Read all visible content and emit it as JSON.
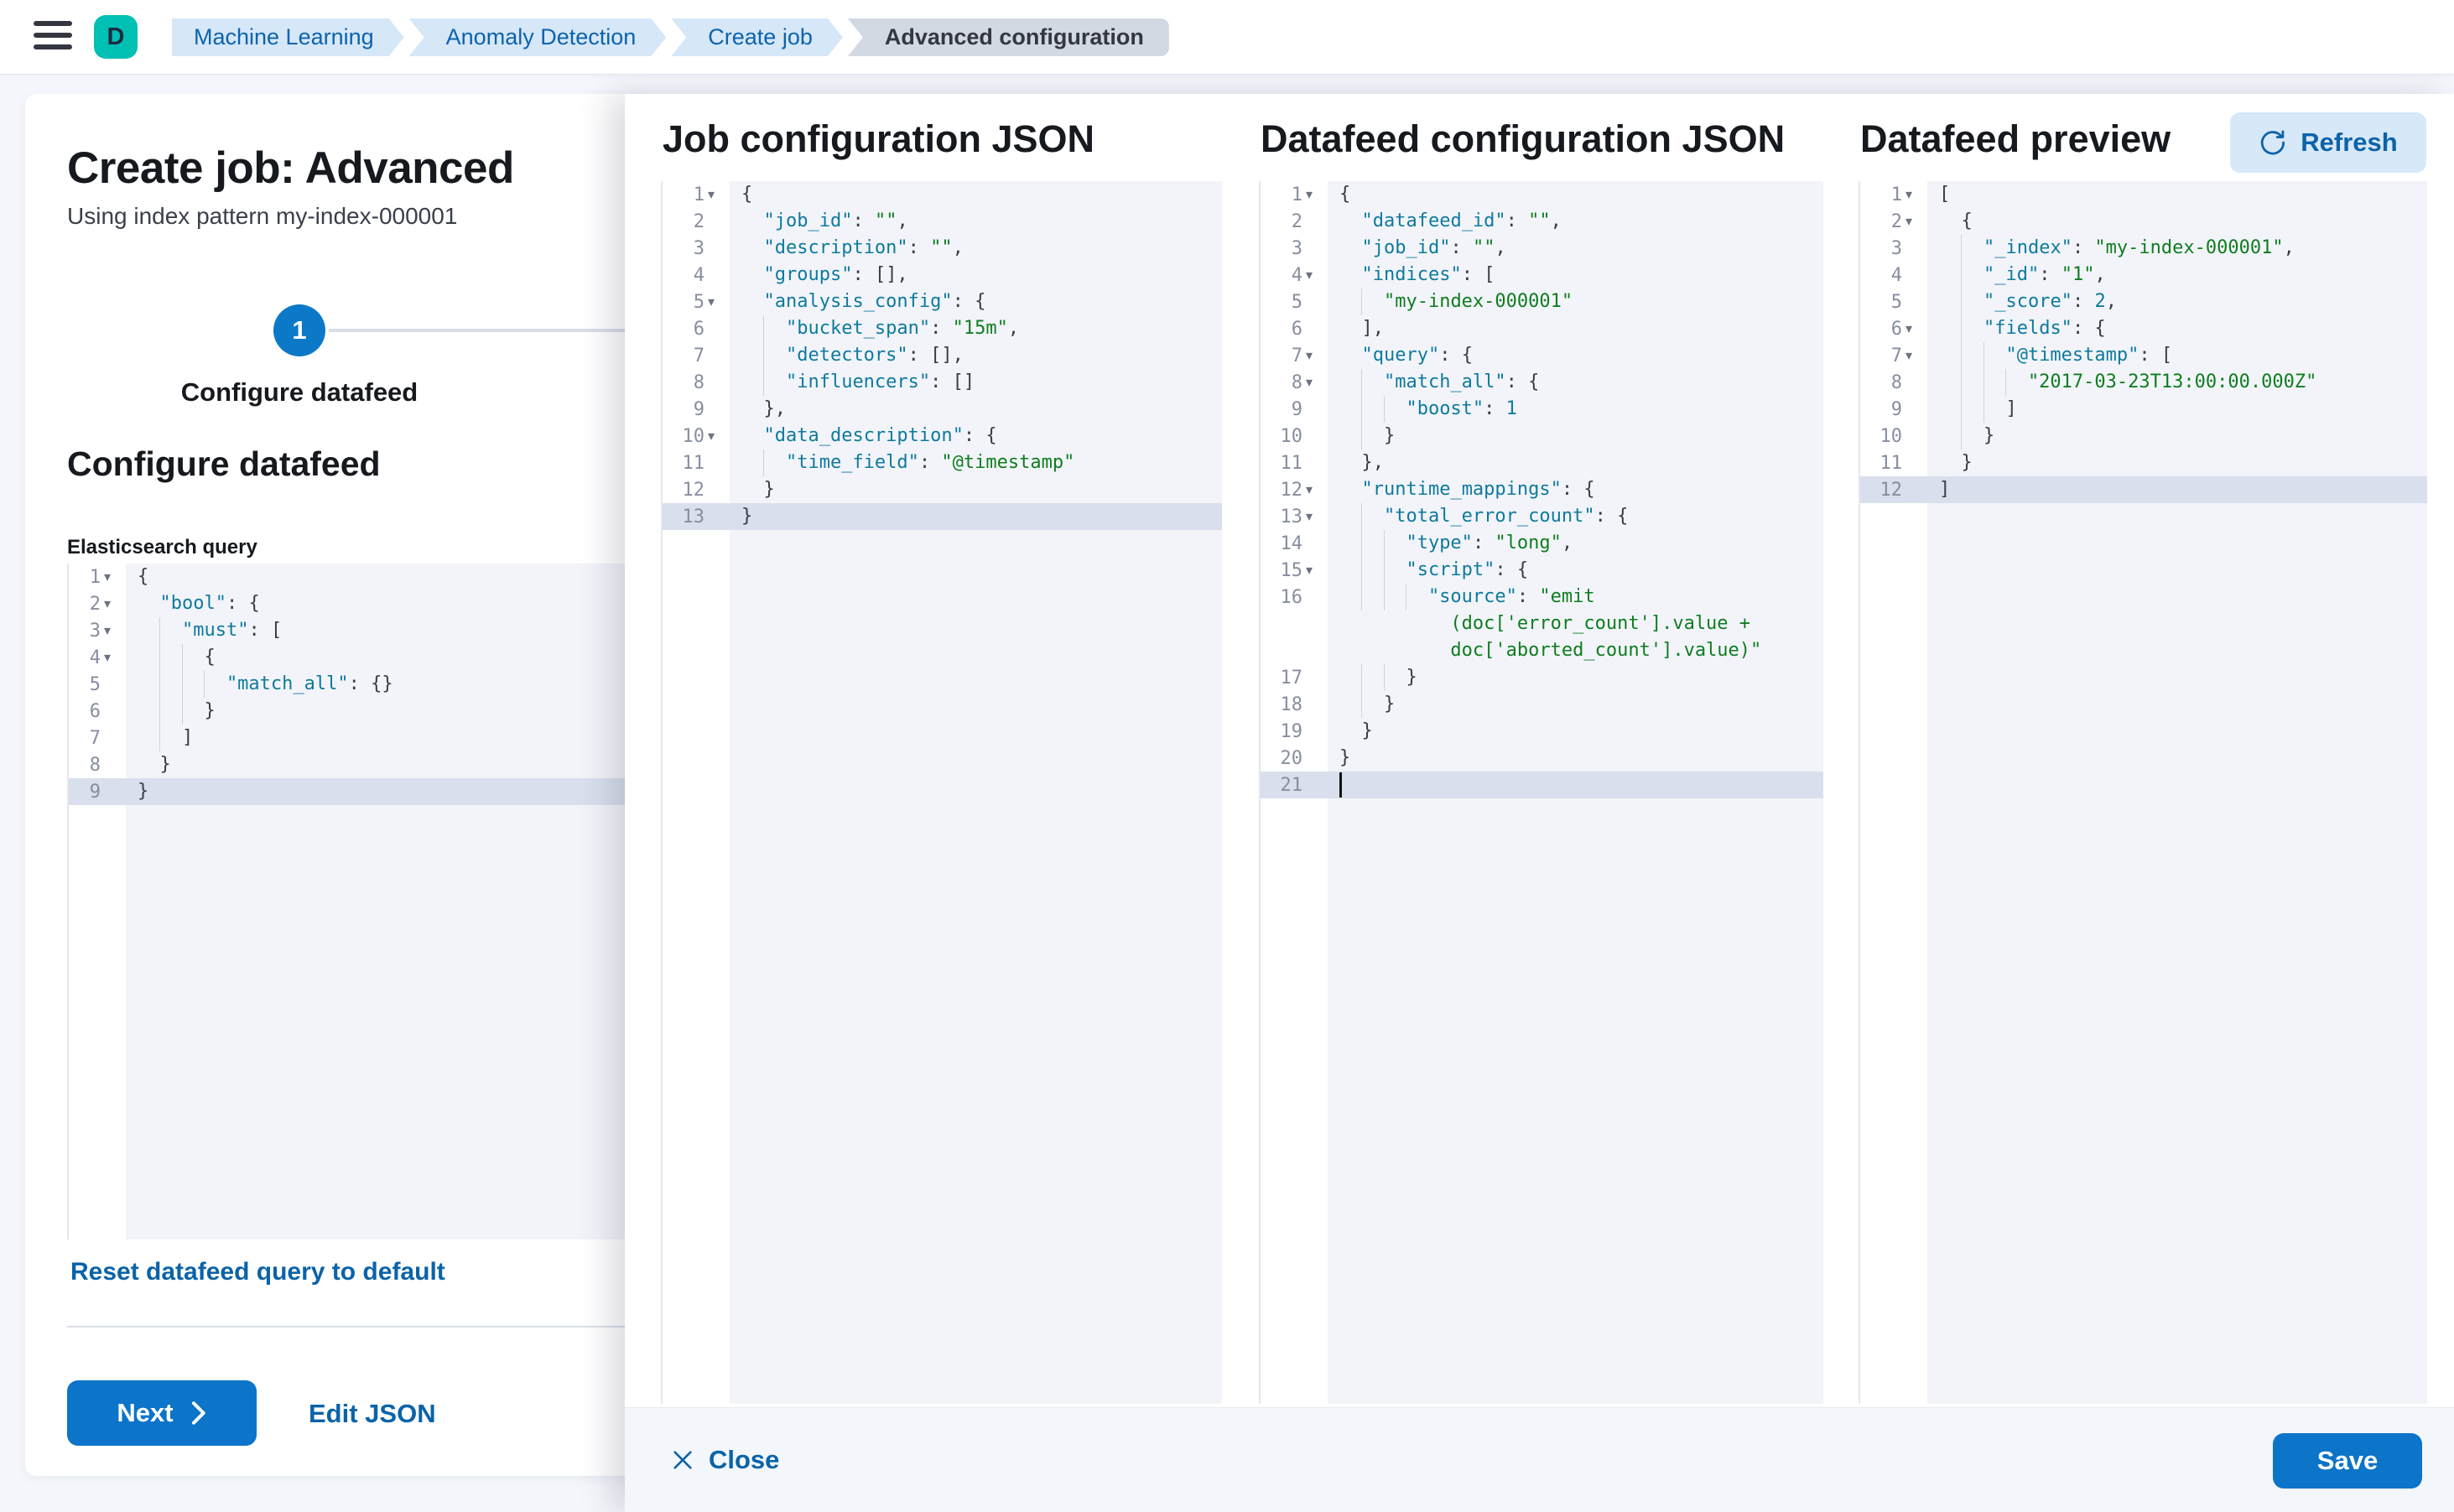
{
  "header": {
    "avatar_label": "D",
    "breadcrumbs": [
      {
        "label": "Machine Learning",
        "current": false
      },
      {
        "label": "Anomaly Detection",
        "current": false
      },
      {
        "label": "Create job",
        "current": false
      },
      {
        "label": "Advanced configuration",
        "current": true
      }
    ]
  },
  "wizard": {
    "title": "Create job: Advanced",
    "subtitle": "Using index pattern my-index-000001",
    "step_number": "1",
    "step_label": "Configure datafeed",
    "section_title": "Configure datafeed",
    "query_label": "Elasticsearch query",
    "reset_link": "Reset datafeed query to default",
    "next_label": "Next",
    "edit_json_label": "Edit JSON"
  },
  "flyout": {
    "job_config_title": "Job configuration JSON",
    "datafeed_config_title": "Datafeed configuration JSON",
    "preview_title": "Datafeed preview",
    "refresh_label": "Refresh",
    "close_label": "Close",
    "save_label": "Save"
  },
  "colors": {
    "primary_button": "#0c74c9",
    "link_blue": "#0b63a8",
    "avatar_teal": "#00bfb3",
    "breadcrumb_bg": "#d6e7f8",
    "breadcrumb_current_bg": "#d3d9e3",
    "editor_key": "#0e7a9e",
    "editor_string": "#0f7d20",
    "editor_number": "#0e7a9e",
    "editor_active_line": "#d9dfec"
  },
  "editors": {
    "es_query": {
      "lines": [
        {
          "n": "1",
          "fold": true,
          "ind": 0,
          "seg": [
            [
              "{",
              "p"
            ]
          ]
        },
        {
          "n": "2",
          "fold": true,
          "ind": 1,
          "seg": [
            [
              "\"bool\"",
              "k"
            ],
            [
              ": {",
              "p"
            ]
          ]
        },
        {
          "n": "3",
          "fold": true,
          "ind": 2,
          "seg": [
            [
              "\"must\"",
              "k"
            ],
            [
              ": [",
              "p"
            ]
          ]
        },
        {
          "n": "4",
          "fold": true,
          "ind": 3,
          "seg": [
            [
              "{",
              "p"
            ]
          ]
        },
        {
          "n": "5",
          "ind": 4,
          "seg": [
            [
              "\"match_all\"",
              "k"
            ],
            [
              ": {}",
              "p"
            ]
          ]
        },
        {
          "n": "6",
          "ind": 3,
          "seg": [
            [
              "}",
              "p"
            ]
          ]
        },
        {
          "n": "7",
          "ind": 2,
          "seg": [
            [
              "]",
              "p"
            ]
          ]
        },
        {
          "n": "8",
          "ind": 1,
          "seg": [
            [
              "}",
              "p"
            ]
          ]
        },
        {
          "n": "9",
          "ind": 0,
          "active": true,
          "seg": [
            [
              "}",
              "p"
            ]
          ]
        }
      ]
    },
    "job_config": {
      "lines": [
        {
          "n": "1",
          "fold": true,
          "ind": 0,
          "seg": [
            [
              "{",
              "p"
            ]
          ]
        },
        {
          "n": "2",
          "ind": 1,
          "seg": [
            [
              "\"job_id\"",
              "k"
            ],
            [
              ": ",
              "p"
            ],
            [
              "\"\"",
              "s"
            ],
            [
              ",",
              "p"
            ]
          ]
        },
        {
          "n": "3",
          "ind": 1,
          "seg": [
            [
              "\"description\"",
              "k"
            ],
            [
              ": ",
              "p"
            ],
            [
              "\"\"",
              "s"
            ],
            [
              ",",
              "p"
            ]
          ]
        },
        {
          "n": "4",
          "ind": 1,
          "seg": [
            [
              "\"groups\"",
              "k"
            ],
            [
              ": [],",
              "p"
            ]
          ]
        },
        {
          "n": "5",
          "fold": true,
          "ind": 1,
          "seg": [
            [
              "\"analysis_config\"",
              "k"
            ],
            [
              ": {",
              "p"
            ]
          ]
        },
        {
          "n": "6",
          "ind": 2,
          "seg": [
            [
              "\"bucket_span\"",
              "k"
            ],
            [
              ": ",
              "p"
            ],
            [
              "\"15m\"",
              "s"
            ],
            [
              ",",
              "p"
            ]
          ]
        },
        {
          "n": "7",
          "ind": 2,
          "seg": [
            [
              "\"detectors\"",
              "k"
            ],
            [
              ": [],",
              "p"
            ]
          ]
        },
        {
          "n": "8",
          "ind": 2,
          "seg": [
            [
              "\"influencers\"",
              "k"
            ],
            [
              ": []",
              "p"
            ]
          ]
        },
        {
          "n": "9",
          "ind": 1,
          "seg": [
            [
              "},",
              "p"
            ]
          ]
        },
        {
          "n": "10",
          "fold": true,
          "ind": 1,
          "seg": [
            [
              "\"data_description\"",
              "k"
            ],
            [
              ": {",
              "p"
            ]
          ]
        },
        {
          "n": "11",
          "ind": 2,
          "seg": [
            [
              "\"time_field\"",
              "k"
            ],
            [
              ": ",
              "p"
            ],
            [
              "\"@timestamp\"",
              "s"
            ]
          ]
        },
        {
          "n": "12",
          "ind": 1,
          "seg": [
            [
              "}",
              "p"
            ]
          ]
        },
        {
          "n": "13",
          "ind": 0,
          "active": true,
          "seg": [
            [
              "}",
              "p"
            ]
          ]
        }
      ]
    },
    "datafeed_config": {
      "lines": [
        {
          "n": "1",
          "fold": true,
          "ind": 0,
          "seg": [
            [
              "{",
              "p"
            ]
          ]
        },
        {
          "n": "2",
          "ind": 1,
          "seg": [
            [
              "\"datafeed_id\"",
              "k"
            ],
            [
              ": ",
              "p"
            ],
            [
              "\"\"",
              "s"
            ],
            [
              ",",
              "p"
            ]
          ]
        },
        {
          "n": "3",
          "ind": 1,
          "seg": [
            [
              "\"job_id\"",
              "k"
            ],
            [
              ": ",
              "p"
            ],
            [
              "\"\"",
              "s"
            ],
            [
              ",",
              "p"
            ]
          ]
        },
        {
          "n": "4",
          "fold": true,
          "ind": 1,
          "seg": [
            [
              "\"indices\"",
              "k"
            ],
            [
              ": [",
              "p"
            ]
          ]
        },
        {
          "n": "5",
          "ind": 2,
          "seg": [
            [
              "\"my-index-000001\"",
              "s"
            ]
          ]
        },
        {
          "n": "6",
          "ind": 1,
          "seg": [
            [
              "],",
              "p"
            ]
          ]
        },
        {
          "n": "7",
          "fold": true,
          "ind": 1,
          "seg": [
            [
              "\"query\"",
              "k"
            ],
            [
              ": {",
              "p"
            ]
          ]
        },
        {
          "n": "8",
          "fold": true,
          "ind": 2,
          "seg": [
            [
              "\"match_all\"",
              "k"
            ],
            [
              ": {",
              "p"
            ]
          ]
        },
        {
          "n": "9",
          "ind": 3,
          "seg": [
            [
              "\"boost\"",
              "k"
            ],
            [
              ": ",
              "p"
            ],
            [
              "1",
              "n"
            ]
          ]
        },
        {
          "n": "10",
          "ind": 2,
          "seg": [
            [
              "}",
              "p"
            ]
          ]
        },
        {
          "n": "11",
          "ind": 1,
          "seg": [
            [
              "},",
              "p"
            ]
          ]
        },
        {
          "n": "12",
          "fold": true,
          "ind": 1,
          "seg": [
            [
              "\"runtime_mappings\"",
              "k"
            ],
            [
              ": {",
              "p"
            ]
          ]
        },
        {
          "n": "13",
          "fold": true,
          "ind": 2,
          "seg": [
            [
              "\"total_error_count\"",
              "k"
            ],
            [
              ": {",
              "p"
            ]
          ]
        },
        {
          "n": "14",
          "ind": 3,
          "seg": [
            [
              "\"type\"",
              "k"
            ],
            [
              ": ",
              "p"
            ],
            [
              "\"long\"",
              "s"
            ],
            [
              ",",
              "p"
            ]
          ]
        },
        {
          "n": "15",
          "fold": true,
          "ind": 3,
          "seg": [
            [
              "\"script\"",
              "k"
            ],
            [
              ": {",
              "p"
            ]
          ]
        },
        {
          "n": "16",
          "ind": 4,
          "seg": [
            [
              "\"source\"",
              "k"
            ],
            [
              ": ",
              "p"
            ],
            [
              "\"emit",
              "s"
            ]
          ]
        },
        {
          "n": "",
          "wrap": true,
          "ind": 5,
          "seg": [
            [
              "(doc['error_count'].value +",
              "s"
            ]
          ]
        },
        {
          "n": "",
          "wrap": true,
          "ind": 5,
          "seg": [
            [
              "doc['aborted_count'].value)\"",
              "s"
            ]
          ]
        },
        {
          "n": "17",
          "ind": 3,
          "seg": [
            [
              "}",
              "p"
            ]
          ]
        },
        {
          "n": "18",
          "ind": 2,
          "seg": [
            [
              "}",
              "p"
            ]
          ]
        },
        {
          "n": "19",
          "ind": 1,
          "seg": [
            [
              "}",
              "p"
            ]
          ]
        },
        {
          "n": "20",
          "ind": 0,
          "seg": [
            [
              "}",
              "p"
            ]
          ]
        },
        {
          "n": "21",
          "ind": 0,
          "active": true,
          "cursor": true,
          "seg": []
        }
      ]
    },
    "preview": {
      "lines": [
        {
          "n": "1",
          "fold": true,
          "ind": 0,
          "seg": [
            [
              "[",
              "p"
            ]
          ]
        },
        {
          "n": "2",
          "fold": true,
          "ind": 1,
          "seg": [
            [
              "{",
              "p"
            ]
          ]
        },
        {
          "n": "3",
          "ind": 2,
          "seg": [
            [
              "\"_index\"",
              "k"
            ],
            [
              ": ",
              "p"
            ],
            [
              "\"my-index-000001\"",
              "s"
            ],
            [
              ",",
              "p"
            ]
          ]
        },
        {
          "n": "4",
          "ind": 2,
          "seg": [
            [
              "\"_id\"",
              "k"
            ],
            [
              ": ",
              "p"
            ],
            [
              "\"1\"",
              "s"
            ],
            [
              ",",
              "p"
            ]
          ]
        },
        {
          "n": "5",
          "ind": 2,
          "seg": [
            [
              "\"_score\"",
              "k"
            ],
            [
              ": ",
              "p"
            ],
            [
              "2",
              "n"
            ],
            [
              ",",
              "p"
            ]
          ]
        },
        {
          "n": "6",
          "fold": true,
          "ind": 2,
          "seg": [
            [
              "\"fields\"",
              "k"
            ],
            [
              ": {",
              "p"
            ]
          ]
        },
        {
          "n": "7",
          "fold": true,
          "ind": 3,
          "seg": [
            [
              "\"@timestamp\"",
              "k"
            ],
            [
              ": [",
              "p"
            ]
          ]
        },
        {
          "n": "8",
          "ind": 4,
          "seg": [
            [
              "\"2017-03-23T13:00:00.000Z\"",
              "s"
            ]
          ]
        },
        {
          "n": "9",
          "ind": 3,
          "seg": [
            [
              "]",
              "p"
            ]
          ]
        },
        {
          "n": "10",
          "ind": 2,
          "seg": [
            [
              "}",
              "p"
            ]
          ]
        },
        {
          "n": "11",
          "ind": 1,
          "seg": [
            [
              "}",
              "p"
            ]
          ]
        },
        {
          "n": "12",
          "ind": 0,
          "active": true,
          "seg": [
            [
              "]",
              "p"
            ]
          ]
        }
      ]
    }
  }
}
